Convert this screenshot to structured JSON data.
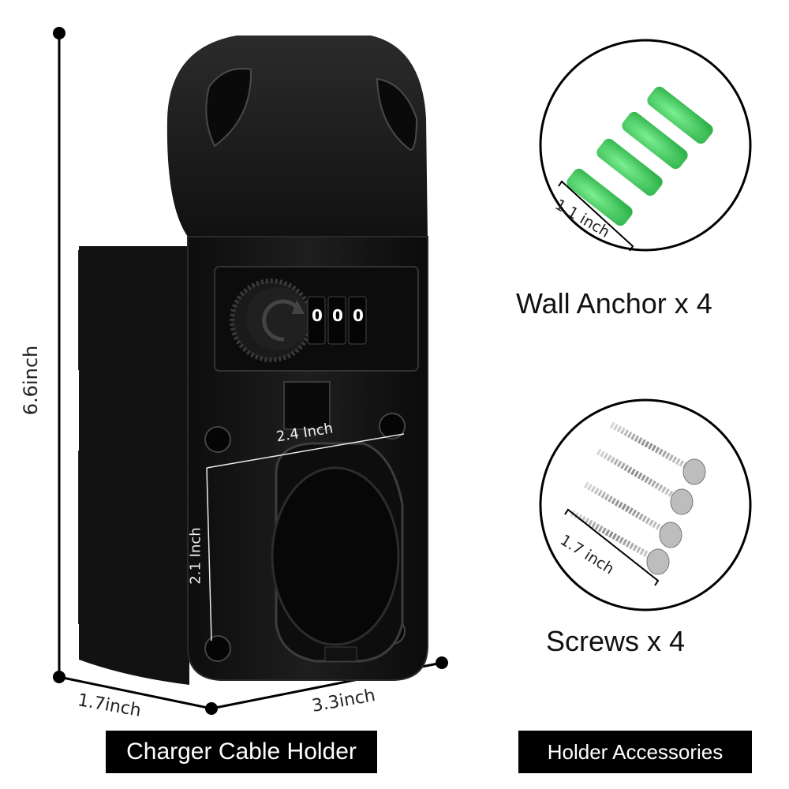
{
  "product": {
    "height_label": "6.6inch",
    "depth_label": "1.7inch",
    "width_label": "3.3inch",
    "opening_width_label": "2.4 Inch",
    "opening_height_label": "2.1 Inch",
    "lock_digits": [
      "0",
      "0",
      "0"
    ],
    "caption": "Charger Cable Holder"
  },
  "accessories": {
    "anchor_size_label": "1.1 inch",
    "anchor_title": "Wall Anchor x 4",
    "screw_size_label": "1.7 inch",
    "screw_title": "Screws x 4",
    "caption": "Holder Accessories",
    "anchor_color": "#4fd36a"
  }
}
